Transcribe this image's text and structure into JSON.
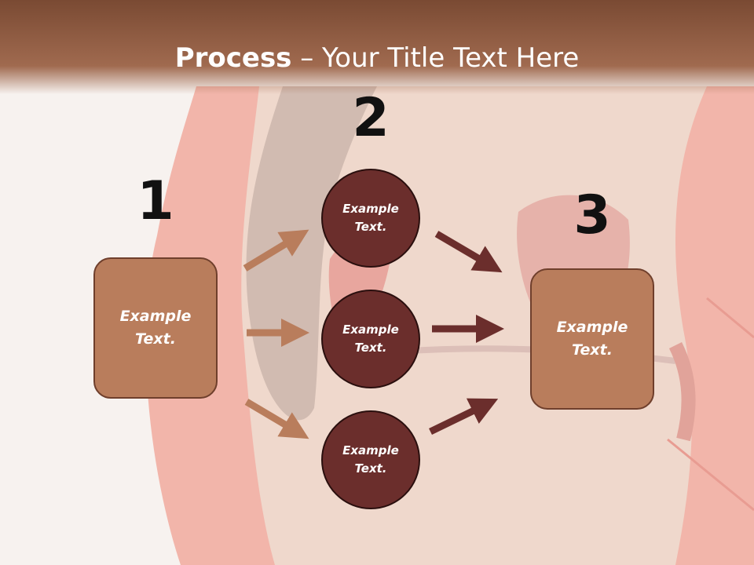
{
  "title": {
    "bold": "Process",
    "rest": " – Your Title Text Here"
  },
  "steps": [
    {
      "number": "1",
      "text_line1": "Example",
      "text_line2": "Text."
    },
    {
      "number": "2"
    },
    {
      "number": "3",
      "text_line1": "Example",
      "text_line2": "Text."
    }
  ],
  "circles": [
    {
      "text_line1": "Example",
      "text_line2": "Text."
    },
    {
      "text_line1": "Example",
      "text_line2": "Text."
    },
    {
      "text_line1": "Example",
      "text_line2": "Text."
    }
  ],
  "colors": {
    "title_bar": "#8a563d",
    "box_fill": "#b97d5c",
    "circle_fill": "#6b2e2c",
    "arrow_light": "#b97d5c",
    "arrow_dark": "#6b2e2c"
  }
}
